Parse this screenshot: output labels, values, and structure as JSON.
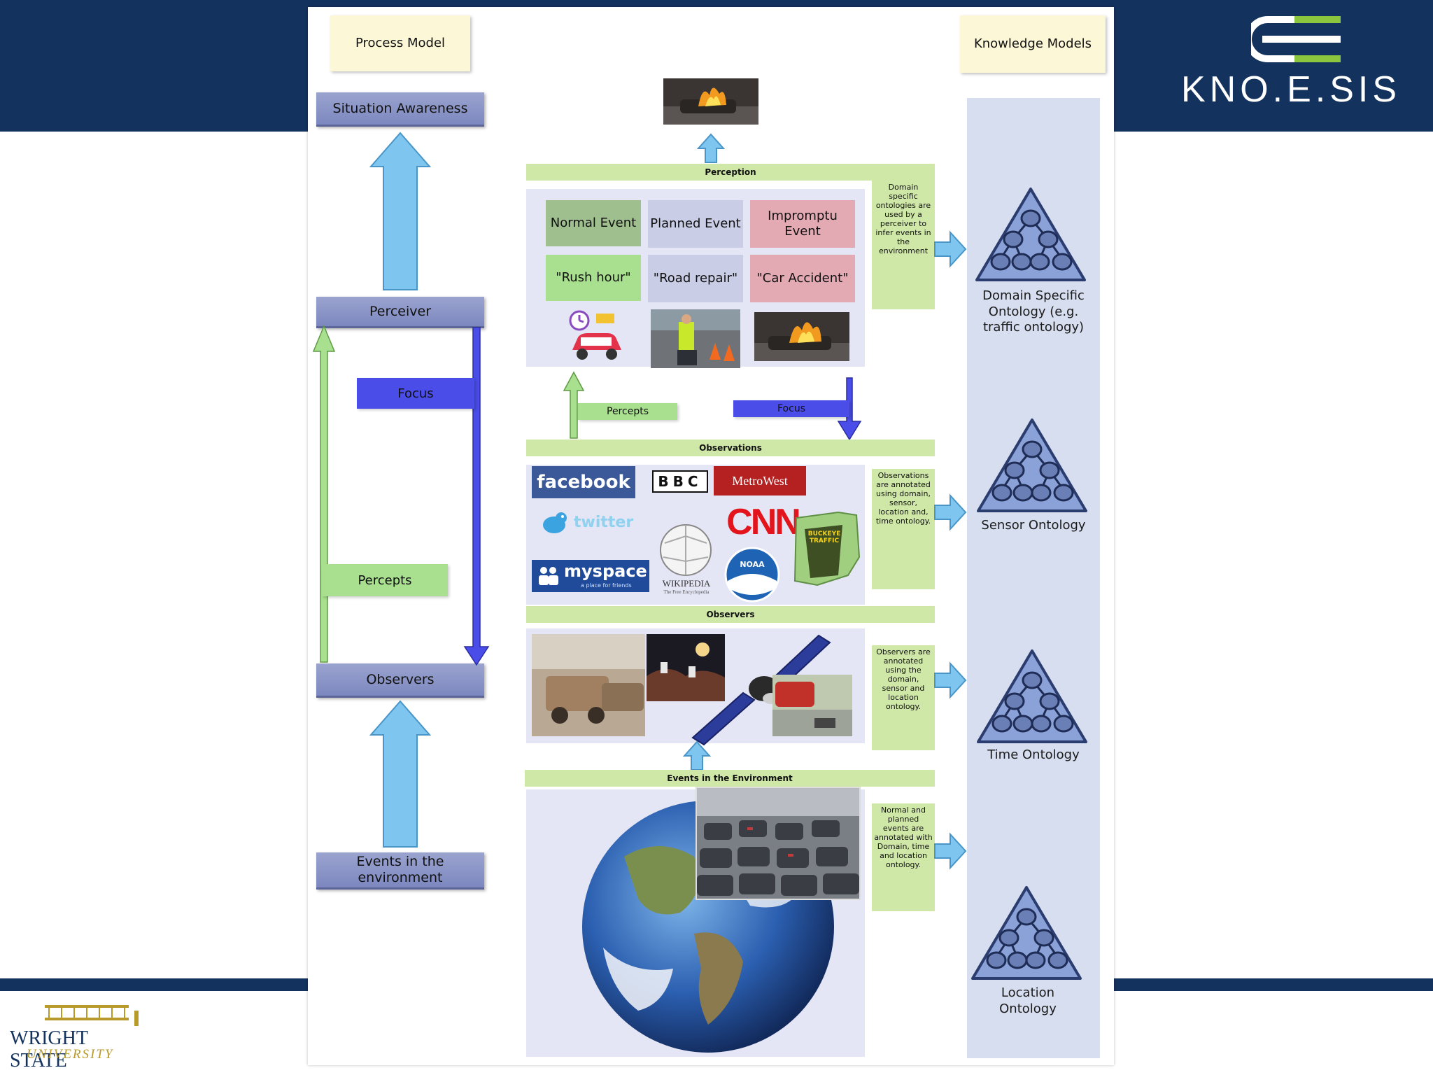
{
  "process_model": {
    "title": "Process Model",
    "situation_awareness": "Situation Awareness",
    "perceiver": "Perceiver",
    "focus": "Focus",
    "percepts": "Percepts",
    "observers": "Observers",
    "events": "Events in the environment"
  },
  "knowledge_models": {
    "title": "Knowledge Models",
    "ontologies": [
      "Domain Specific Ontology (e.g. traffic ontology)",
      "Sensor Ontology",
      "Time Ontology",
      "Location Ontology"
    ]
  },
  "perception": {
    "header": "Perception",
    "events": [
      "Normal Event",
      "Planned Event",
      "Impromptu Event"
    ],
    "examples": [
      "\"Rush hour\"",
      "\"Road repair\"",
      "\"Car Accident\""
    ],
    "note": "Domain specific ontologies are used by a perceiver to infer events in the environment"
  },
  "middle_labels": {
    "percepts": "Percepts",
    "focus": "Focus"
  },
  "observations": {
    "header": "Observations",
    "note": "Observations are annotated using domain, sensor, location and, time ontology.",
    "sources": [
      "facebook",
      "BBC",
      "MetroWest",
      "twitter",
      "CNN",
      "myspace",
      "a place for friends",
      "WIKIPEDIA",
      "The Free Encyclopedia",
      "NOAA",
      "BUCKEYE TRAFFIC"
    ]
  },
  "observers": {
    "header": "Observers",
    "note": "Observers are annotated using the domain, sensor and location ontology."
  },
  "environment": {
    "header": "Events in the Environment",
    "note": "Normal and planned events are annotated with Domain, time and location ontology."
  },
  "branding": {
    "knoesis": "KNO.E.SIS",
    "university_line1": "WRIGHT STATE",
    "university_line2": "UNIVERSITY"
  },
  "colors": {
    "navy": "#14325e",
    "note_yellow": "#fcf7d6",
    "box_blue": "#8c95c8",
    "arrow_light_blue": "#7ec6ef",
    "arrow_green": "#a8e08f",
    "arrow_blue": "#4a4de8",
    "section_green": "#cfe8a8",
    "normal_event": "#9fbf8f",
    "planned_event": "#c9cde6",
    "impromptu_event": "#e3aab4",
    "knoesis_green": "#8cc63f"
  }
}
